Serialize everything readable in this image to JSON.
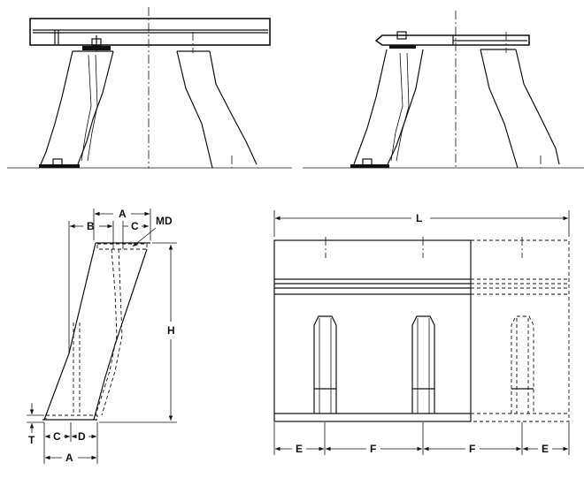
{
  "labels": {
    "a_top": "A",
    "b_top": "B",
    "c_top": "C",
    "md": "MD",
    "h": "H",
    "t": "T",
    "c_bottom": "C",
    "d_bottom": "D",
    "a_bottom": "A",
    "l": "L",
    "e_left": "E",
    "f_left": "F",
    "f_right": "F",
    "e_right": "E"
  }
}
